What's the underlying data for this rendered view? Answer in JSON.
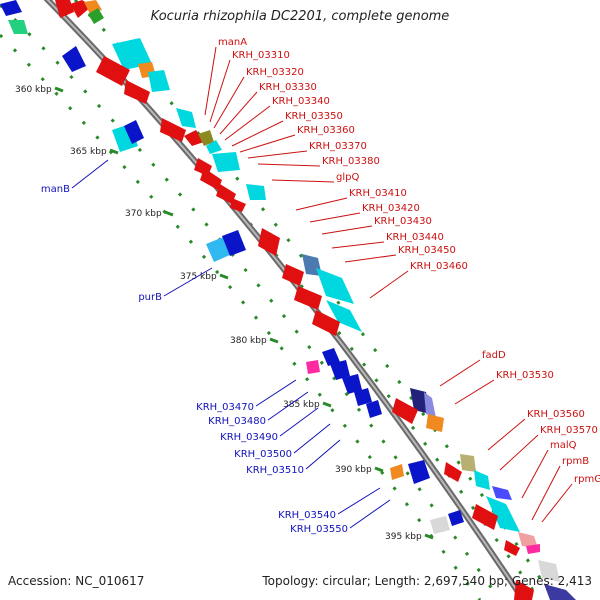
{
  "title": "Kocuria rhizophila DC2201, complete genome",
  "footer": {
    "accession": "Accession: NC_010617",
    "summary": "Topology: circular; Length: 2,697,540 bp; Genes: 2,413"
  },
  "colors": {
    "backbone": "#888888",
    "tick": "#2a8a2a",
    "minus_label": "#1111bb",
    "plus_label": "#cc1111"
  },
  "scale": {
    "labels": [
      "360 kbp",
      "365 kbp",
      "370 kbp",
      "375 kbp",
      "380 kbp",
      "385 kbp",
      "390 kbp",
      "395 kbp"
    ]
  },
  "plus_genes": [
    "manA",
    "KRH_03310",
    "KRH_03320",
    "KRH_03330",
    "KRH_03340",
    "KRH_03350",
    "KRH_03360",
    "KRH_03370",
    "KRH_03380",
    "glpQ",
    "KRH_03410",
    "KRH_03420",
    "KRH_03430",
    "KRH_03440",
    "KRH_03450",
    "KRH_03460",
    "fadD",
    "KRH_03530",
    "KRH_03560",
    "KRH_03570",
    "malQ",
    "rpmB",
    "rpmG"
  ],
  "minus_genes": [
    "manB",
    "purB",
    "KRH_03470",
    "KRH_03480",
    "KRH_03490",
    "KRH_03500",
    "KRH_03510",
    "KRH_03540",
    "KRH_03550"
  ]
}
